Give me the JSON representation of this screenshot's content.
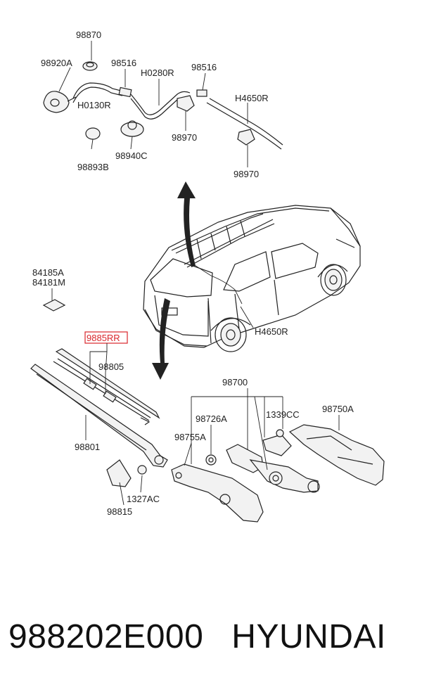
{
  "parts": {
    "p98870": "98870",
    "p98920a": "98920A",
    "p98516a": "98516",
    "p98516b": "98516",
    "ph0280r": "H0280R",
    "ph0130r": "H0130R",
    "ph4650r_top": "H4650R",
    "p98893b": "98893B",
    "p98940c": "98940C",
    "p98970a": "98970",
    "p98970b": "98970",
    "p84185a": "84185A",
    "p84181m": "84181M",
    "ph4650r_car": "H4650R",
    "p9885rr": "9885RR",
    "p98805": "98805",
    "p98700": "98700",
    "p98726a": "98726A",
    "p1339cc": "1339CC",
    "p98750a": "98750A",
    "p98801": "98801",
    "p98755a": "98755A",
    "p1327ac": "1327AC",
    "p98815": "98815"
  },
  "footer": {
    "part_number": "988202E000",
    "brand": "HYUNDAI"
  },
  "highlight_color": "#d9262b"
}
